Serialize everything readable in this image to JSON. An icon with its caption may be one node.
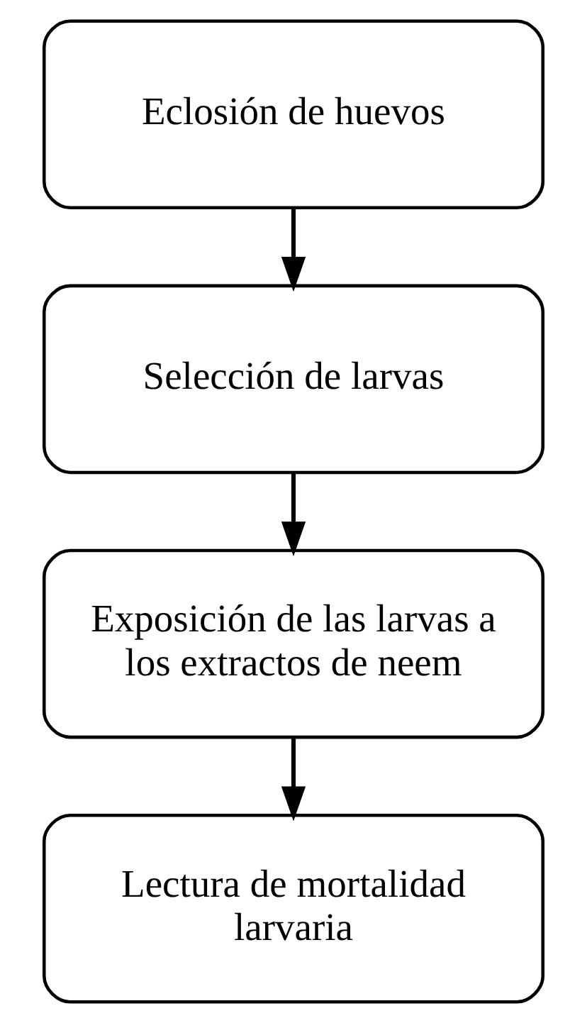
{
  "diagram": {
    "nodes": [
      {
        "text": [
          "Eclosión de huevos"
        ]
      },
      {
        "text": [
          "Selección de larvas"
        ]
      },
      {
        "text": [
          "Exposición de las larvas a los extractos de neem"
        ]
      },
      {
        "text": [
          "Lectura de mortalidad larvaria"
        ]
      }
    ],
    "edges": [
      {
        "from": 0,
        "to": 1,
        "arrow": "to"
      },
      {
        "from": 1,
        "to": 2,
        "arrow": "to"
      },
      {
        "from": 2,
        "to": 3,
        "arrow": "to"
      }
    ]
  }
}
